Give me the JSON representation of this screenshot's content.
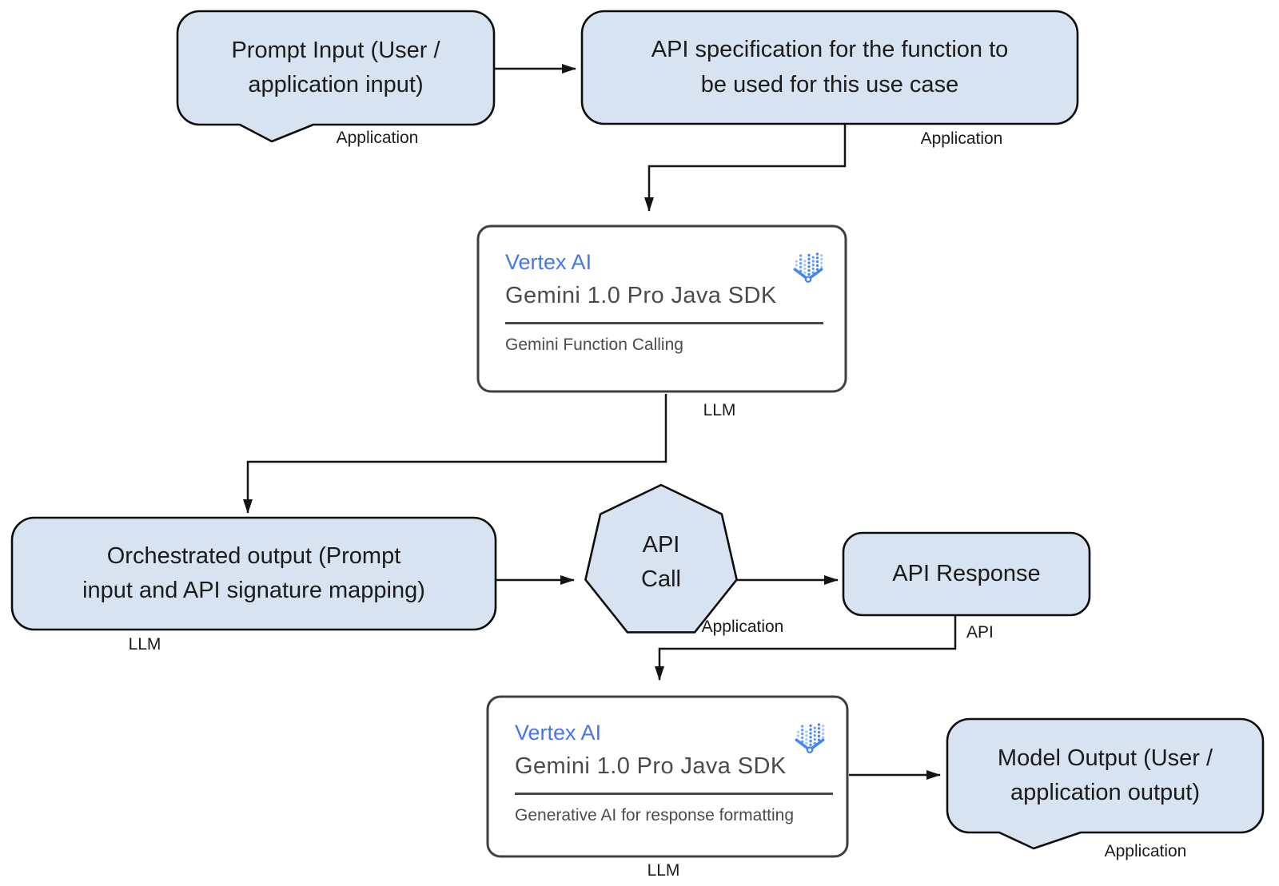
{
  "colors": {
    "node_fill": "#d7e3f1",
    "node_stroke": "#0d0d0d",
    "card_stroke": "#3f3f3f",
    "vertex_blue": "#4477e8",
    "icon_blue": "#4285f4"
  },
  "nodes": {
    "prompt_input": {
      "label": "Prompt Input (User /\napplication input)",
      "tag": "Application"
    },
    "api_spec": {
      "label": "API specification for the function to\nbe used for this use case",
      "tag": "Application"
    },
    "sdk_function_calling": {
      "product": "Vertex AI",
      "title": "Gemini 1.0 Pro Java SDK",
      "subtitle": "Gemini Function Calling",
      "tag": "LLM"
    },
    "orchestrated_output": {
      "label": "Orchestrated output (Prompt\ninput and API signature mapping)",
      "tag": "LLM"
    },
    "api_call": {
      "label": "API\nCall",
      "tag": "Application"
    },
    "api_response": {
      "label": "API Response",
      "tag": "API"
    },
    "sdk_response_formatting": {
      "product": "Vertex AI",
      "title": "Gemini 1.0 Pro Java SDK",
      "subtitle": "Generative AI for response formatting",
      "tag": "LLM"
    },
    "model_output": {
      "label": "Model Output (User /\napplication output)",
      "tag": "Application"
    }
  }
}
